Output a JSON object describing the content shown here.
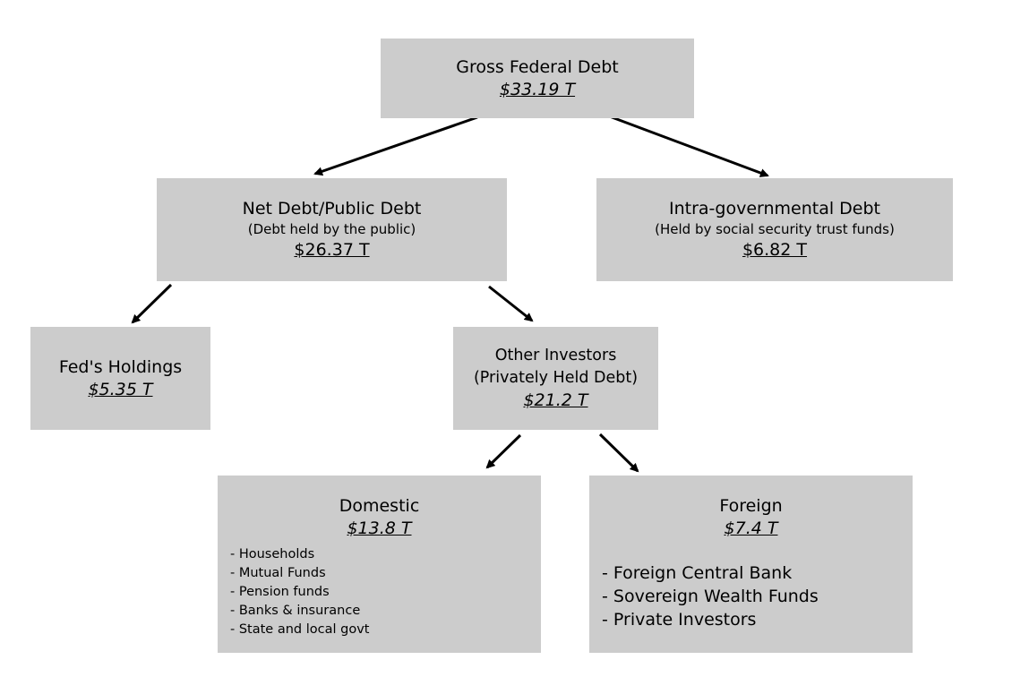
{
  "nodes": {
    "gross": {
      "title": "Gross Federal Debt",
      "amount": "$33.19 T"
    },
    "net": {
      "title": "Net Debt/Public Debt",
      "subtitle": "(Debt held by the public)",
      "amount": "$26.37 T"
    },
    "intra": {
      "title": "Intra-governmental Debt",
      "subtitle": "(Held by social security trust funds)",
      "amount": "$6.82 T"
    },
    "fed": {
      "title": "Fed's Holdings",
      "amount": "$5.35 T"
    },
    "other": {
      "title": "Other Investors",
      "subtitle": "(Privately Held Debt)",
      "amount": "$21.2 T"
    },
    "domestic": {
      "title": "Domestic",
      "amount": "$13.8 T",
      "items": [
        "- Households",
        "- Mutual Funds",
        "- Pension funds",
        "- Banks & insurance",
        "- State and local govt"
      ]
    },
    "foreign": {
      "title": "Foreign",
      "amount": "$7.4 T",
      "items": [
        "- Foreign Central Bank",
        "- Sovereign Wealth Funds",
        "- Private Investors"
      ]
    }
  },
  "edges": [
    {
      "from": "gross",
      "to": "net"
    },
    {
      "from": "gross",
      "to": "intra"
    },
    {
      "from": "net",
      "to": "fed"
    },
    {
      "from": "net",
      "to": "other"
    },
    {
      "from": "other",
      "to": "domestic"
    },
    {
      "from": "other",
      "to": "foreign"
    }
  ]
}
